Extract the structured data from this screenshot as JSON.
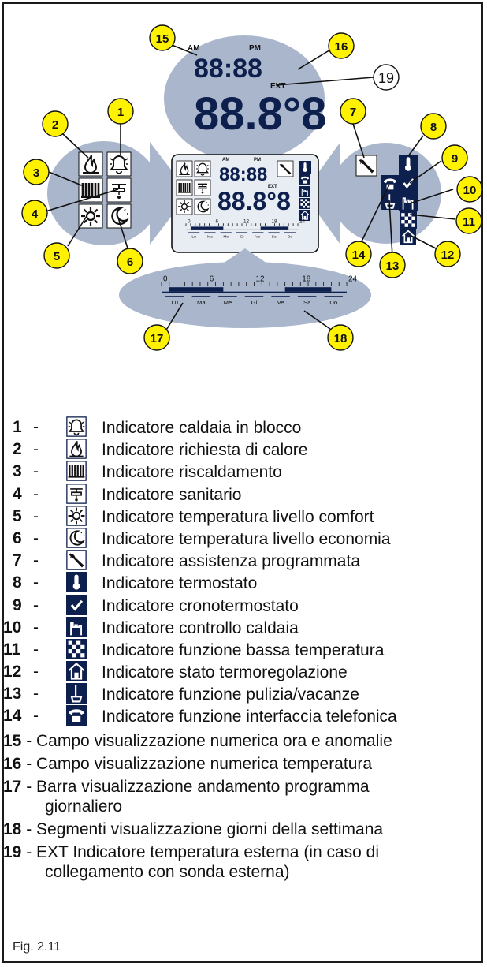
{
  "lcd": {
    "am": "AM",
    "pm": "PM",
    "ext": "EXT",
    "time_digits": "88:88",
    "temp_digits": "88.8°8",
    "small_time": "88:88",
    "small_temp": "88.8°8"
  },
  "timebar": {
    "ticks": [
      "0",
      "6",
      "12",
      "18",
      "24"
    ],
    "days": [
      "Lu",
      "Ma",
      "Me",
      "Gi",
      "Ve",
      "Sa",
      "Do"
    ]
  },
  "callouts": [
    "1",
    "2",
    "3",
    "4",
    "5",
    "6",
    "7",
    "8",
    "9",
    "10",
    "11",
    "12",
    "13",
    "14",
    "15",
    "16",
    "17",
    "18",
    "19"
  ],
  "legend": [
    {
      "num": "1",
      "label": "Indicatore caldaia in blocco",
      "icon": "bell-alarm-icon"
    },
    {
      "num": "2",
      "label": "Indicatore richiesta di calore",
      "icon": "flame-icon"
    },
    {
      "num": "3",
      "label": "Indicatore riscaldamento",
      "icon": "radiator-icon"
    },
    {
      "num": "4",
      "label": "Indicatore sanitario",
      "icon": "tap-icon"
    },
    {
      "num": "5",
      "label": "Indicatore temperatura livello comfort",
      "icon": "sun-icon"
    },
    {
      "num": "6",
      "label": "Indicatore temperatura livello economia",
      "icon": "moon-icon"
    },
    {
      "num": "7",
      "label": "Indicatore assistenza programmata",
      "icon": "wrench-icon"
    },
    {
      "num": "8",
      "label": "Indicatore termostato",
      "icon": "thermometer-icon"
    },
    {
      "num": "9",
      "label": "Indicatore cronotermostato",
      "icon": "check-icon"
    },
    {
      "num": "10",
      "label": "Indicatore controllo caldaia",
      "icon": "hand-icon"
    },
    {
      "num": "11",
      "label": "Indicatore funzione bassa temperatura",
      "icon": "checker-icon"
    },
    {
      "num": "12",
      "label": "Indicatore stato termoregolazione",
      "icon": "house-icon"
    },
    {
      "num": "13",
      "label": "Indicatore funzione pulizia/vacanze",
      "icon": "broom-icon"
    },
    {
      "num": "14",
      "label": "Indicatore funzione interfaccia telefonica",
      "icon": "phone-icon"
    }
  ],
  "text_rows": [
    {
      "num": "15",
      "label": "Campo visualizzazione numerica ora e anomalie"
    },
    {
      "num": "16",
      "label": "Campo visualizzazione numerica temperatura"
    },
    {
      "num": "17",
      "label": "Barra visualizzazione andamento programma",
      "cont": "giornaliero"
    },
    {
      "num": "18",
      "label": "Segmenti visualizzazione giorni della settimana"
    },
    {
      "num": "19",
      "label": "EXT Indicatore temperatura esterna (in caso di",
      "cont": "collegamento con sonda esterna)"
    }
  ],
  "figure_caption": "Fig. 2.11",
  "colors": {
    "callout_fill": "#fff200",
    "bubble": "#a9b6cc",
    "bubble_dark": "#8e9ab2",
    "icon_dark": "#0d1f4c"
  }
}
